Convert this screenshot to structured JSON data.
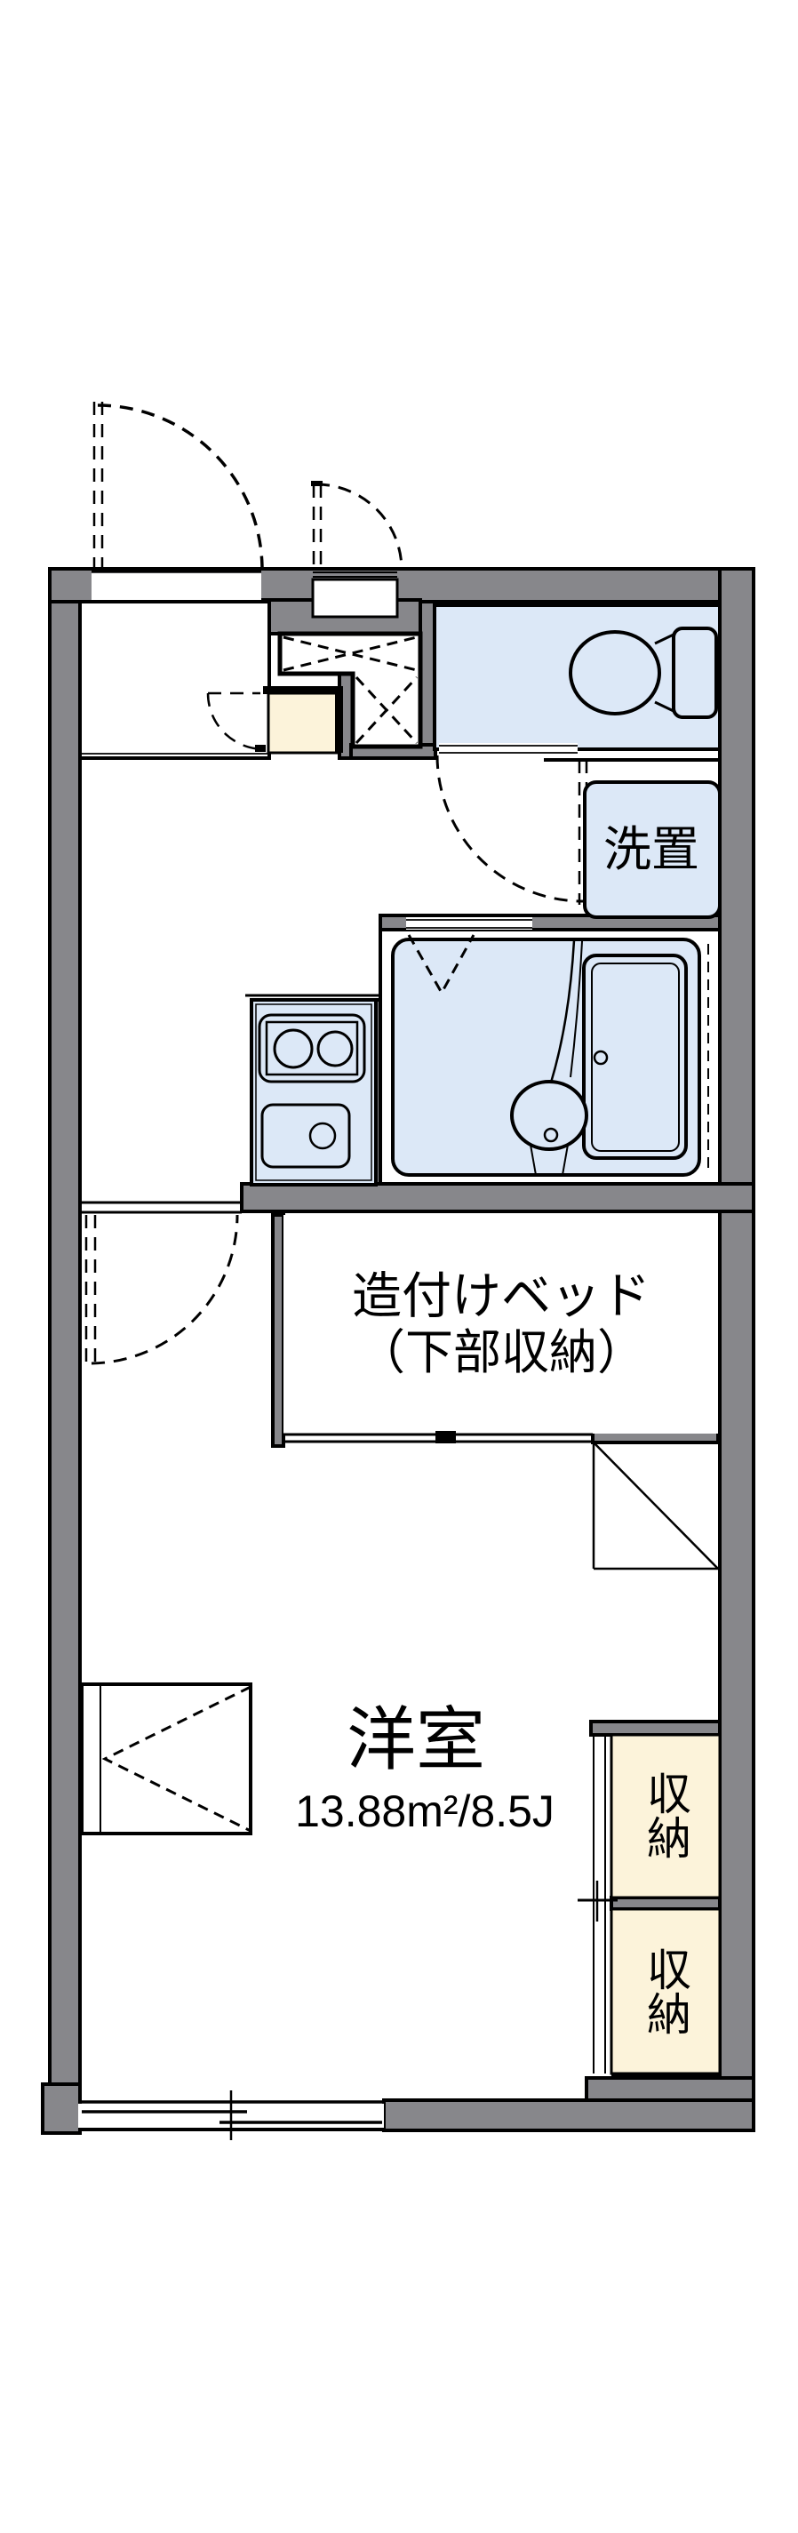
{
  "plan": {
    "type": "apartment-floor-plan",
    "labels": {
      "main_room_name": "洋室",
      "main_room_area": "13.88m²/8.5J",
      "bed_line1": "造付けベッド",
      "bed_line2": "（下部収納）",
      "washer": "洗置",
      "storage_upper": "収納",
      "storage_lower": "収納"
    },
    "colors": {
      "wall": "#87878b",
      "wet_area": "#dce8f7",
      "storage": "#fcf3da",
      "outline": "#000000",
      "background": "#ffffff"
    },
    "features": {
      "entrance_door": "outward-swing-arc",
      "pipe_space_door": "outward-swing-arc",
      "toilet": "toilet-icon",
      "bathtub": "bathtub-icon",
      "washbasin": "washbasin-icon",
      "kitchen": "two-burner-stove-and-sink",
      "pipe_space": "dashed-x-shaft",
      "refrigerator_space": "diagonal-marked-bay",
      "bottom_window": "sliding-window",
      "side_window": "casement-window-bay"
    }
  }
}
